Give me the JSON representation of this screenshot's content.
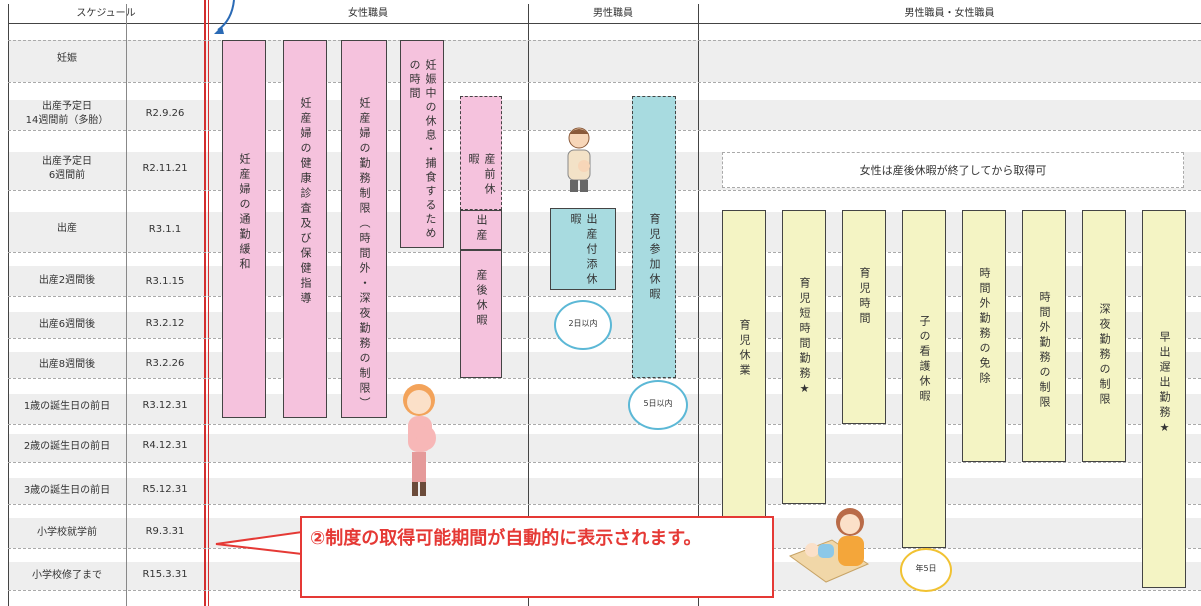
{
  "headers": {
    "schedule": "スケジュール",
    "female": "女性職員",
    "male": "男性職員",
    "both": "男性職員・女性職員"
  },
  "schedule_rows": [
    {
      "label": "妊娠",
      "date": ""
    },
    {
      "label": "出産予定日\n14週間前（多胎）",
      "date": "R2.9.26"
    },
    {
      "label": "出産予定日\n6週間前",
      "date": "R2.11.21"
    },
    {
      "label": "出産",
      "date": "R3.1.1"
    },
    {
      "label": "出産2週間後",
      "date": "R3.1.15"
    },
    {
      "label": "出産6週間後",
      "date": "R3.2.12"
    },
    {
      "label": "出産8週間後",
      "date": "R3.2.26"
    },
    {
      "label": "1歳の誕生日の前日",
      "date": "R3.12.31"
    },
    {
      "label": "2歳の誕生日の前日",
      "date": "R4.12.31"
    },
    {
      "label": "3歳の誕生日の前日",
      "date": "R5.12.31"
    },
    {
      "label": "小学校就学前",
      "date": "R9.3.31"
    },
    {
      "label": "小学校修了まで",
      "date": "R15.3.31"
    }
  ],
  "female_bars": {
    "commute": "妊産婦の通勤緩和",
    "health": "妊産婦の健康診査及び保健指導",
    "work_limit": "妊産婦の勤務制限（時間外・深夜勤務の制限）",
    "rest": "妊娠中の休息・捕食するための時間",
    "prenatal": "産前休暇",
    "birth": "出産",
    "postnatal": "産後休暇"
  },
  "male_bars": {
    "attendance": "出産付添休暇",
    "childcare_participation": "育児参加休暇",
    "bubble_attendance": "2日以内",
    "bubble_participation": "5日以内"
  },
  "both_note": "女性は産後休暇が終了してから取得可",
  "both_bars": {
    "childcare_leave": "育児休業",
    "short_hours": "育児短時間勤務★",
    "childcare_time": "育児時間",
    "sick_child": "子の看護休暇",
    "overtime_exempt": "時間外勤務の免除",
    "overtime_limit": "時間外勤務の制限",
    "night_limit": "深夜勤務の制限",
    "early_late": "早出遅出勤務★",
    "bubble_sick": "年5日"
  },
  "callout": "②制度の取得可能期間が自動的に表示されます。",
  "colors": {
    "pink": "#f5c2dd",
    "teal": "#a8dbe0",
    "yellow": "#f4f4c4",
    "callout": "#e53935",
    "bubble_blue": "#5cb8d6",
    "bubble_yellow": "#f1c232"
  }
}
